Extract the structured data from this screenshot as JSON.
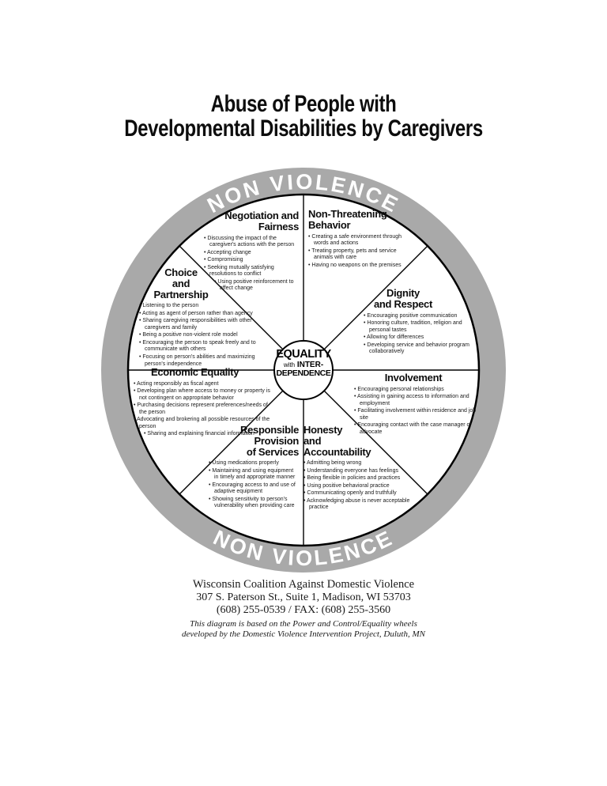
{
  "title": {
    "line1": "Abuse of People with",
    "line2": "Developmental Disabilities by Caregivers"
  },
  "wheel": {
    "rim": {
      "label_top": "NON VIOLENCE",
      "label_bottom": "NON VIOLENCE",
      "color": "#a9a9a9"
    },
    "hub": {
      "line1": "EQUALITY",
      "line2_small": "with",
      "line2_bold": "INTER-",
      "line3": "DEPENDENCE"
    },
    "segments": [
      {
        "key": "negotiation-and-fairness",
        "title": "Negotiation and Fairness",
        "title_lines": [
          "Negotiation and",
          "Fairness"
        ],
        "bullets": [
          {
            "text": "Discussing the impact of the caregiver's actions with the person",
            "indent": 0
          },
          {
            "text": "Accepting change",
            "indent": 0
          },
          {
            "text": "Compromising",
            "indent": 0
          },
          {
            "text": "Seeking mutually satisfying resolutions to conflict",
            "indent": 0
          },
          {
            "text": "Using positive reinforcement to affect change",
            "indent": 1
          }
        ]
      },
      {
        "key": "non-threatening-behavior",
        "title": "Non-Threatening Behavior",
        "title_lines": [
          "Non-Threatening",
          "Behavior"
        ],
        "bullets": [
          {
            "text": "Creating a safe environment through words and actions",
            "indent": 0
          },
          {
            "text": "Treating property, pets and service animals with care",
            "indent": 0
          },
          {
            "text": "Having no weapons on the premises",
            "indent": 0
          }
        ]
      },
      {
        "key": "dignity-and-respect",
        "title": "Dignity and Respect",
        "title_lines": [
          "Dignity",
          "and Respect"
        ],
        "bullets": [
          {
            "text": "Encouraging positive communication",
            "indent": 0
          },
          {
            "text": "Honoring culture, tradition, religion and personal tastes",
            "indent": 0
          },
          {
            "text": "Allowing for differences",
            "indent": 0
          },
          {
            "text": "Developing service and behavior program collaboratively",
            "indent": 0
          }
        ]
      },
      {
        "key": "involvement",
        "title": "Involvement",
        "title_lines": [
          "Involvement"
        ],
        "bullets": [
          {
            "text": "Encouraging personal relationships",
            "indent": 0
          },
          {
            "text": "Assisting in gaining access to information and employment",
            "indent": 0
          },
          {
            "text": "Facilitating involvement within residence and job site",
            "indent": 0
          },
          {
            "text": "Encouraging contact with the case manager or advocate",
            "indent": 0
          }
        ]
      },
      {
        "key": "honesty-and-accountability",
        "title": "Honesty and Accountability",
        "title_lines": [
          "Honesty",
          "and",
          "Accountability"
        ],
        "bullets": [
          {
            "text": "Admitting being wrong",
            "indent": 0
          },
          {
            "text": "Understanding everyone has feelings",
            "indent": 0
          },
          {
            "text": "Being flexible in policies and practices",
            "indent": 0
          },
          {
            "text": "Using positive behavioral practice",
            "indent": 0
          },
          {
            "text": "Communicating openly and truthfully",
            "indent": 0
          },
          {
            "text": "Acknowledging abuse is never acceptable practice",
            "indent": 0
          }
        ]
      },
      {
        "key": "responsible-provision-of-services",
        "title": "Responsible Provision of Services",
        "title_lines": [
          "Responsible",
          "Provision",
          "of Services"
        ],
        "bullets": [
          {
            "text": "Using medications properly",
            "indent": 0
          },
          {
            "text": "Maintaining and using equipment in timely and appropriate manner",
            "indent": 0
          },
          {
            "text": "Encouraging access to and use of adaptive equipment",
            "indent": 0
          },
          {
            "text": "Showing sensitivity to person's vulnerability when providing care",
            "indent": 0
          }
        ]
      },
      {
        "key": "economic-equality",
        "title": "Economic Equality",
        "title_lines": [
          "Economic Equality"
        ],
        "bullets": [
          {
            "text": "Acting responsibly as fiscal agent",
            "indent": 0
          },
          {
            "text": "Developing plan where access to money or property is not contingent on appropriate behavior",
            "indent": 0
          },
          {
            "text": "Purchasing decisions represent preferences/needs of the person",
            "indent": 0
          },
          {
            "text": "Advocating and brokering all possible resources of the person",
            "indent": 0
          },
          {
            "text": "Sharing and explaining financial information",
            "indent": 1
          }
        ]
      },
      {
        "key": "choice-and-partnership",
        "title": "Choice and Partnership",
        "title_lines": [
          "Choice",
          "and",
          "Partnership"
        ],
        "bullets": [
          {
            "text": "Listening to the person",
            "indent": 0
          },
          {
            "text": "Acting as agent of person rather than agency",
            "indent": 0
          },
          {
            "text": "Sharing caregiving responsibilities with other caregivers and family",
            "indent": 0
          },
          {
            "text": "Being a positive non-violent role model",
            "indent": 0
          },
          {
            "text": "Encouraging the person to speak freely and to communicate with others",
            "indent": 0
          },
          {
            "text": "Focusing on person's abilities and maximizing person's independence",
            "indent": 0
          }
        ]
      }
    ]
  },
  "footer": {
    "org": "Wisconsin Coalition Against Domestic Violence",
    "address": "307 S. Paterson St., Suite 1, Madison, WI 53703",
    "phone": "(608) 255-0539 / FAX: (608) 255-3560",
    "credit_line1": "This diagram is based on the Power and Control/Equality wheels",
    "credit_line2": "developed by the Domestic Violence Intervention Project, Duluth, MN"
  }
}
